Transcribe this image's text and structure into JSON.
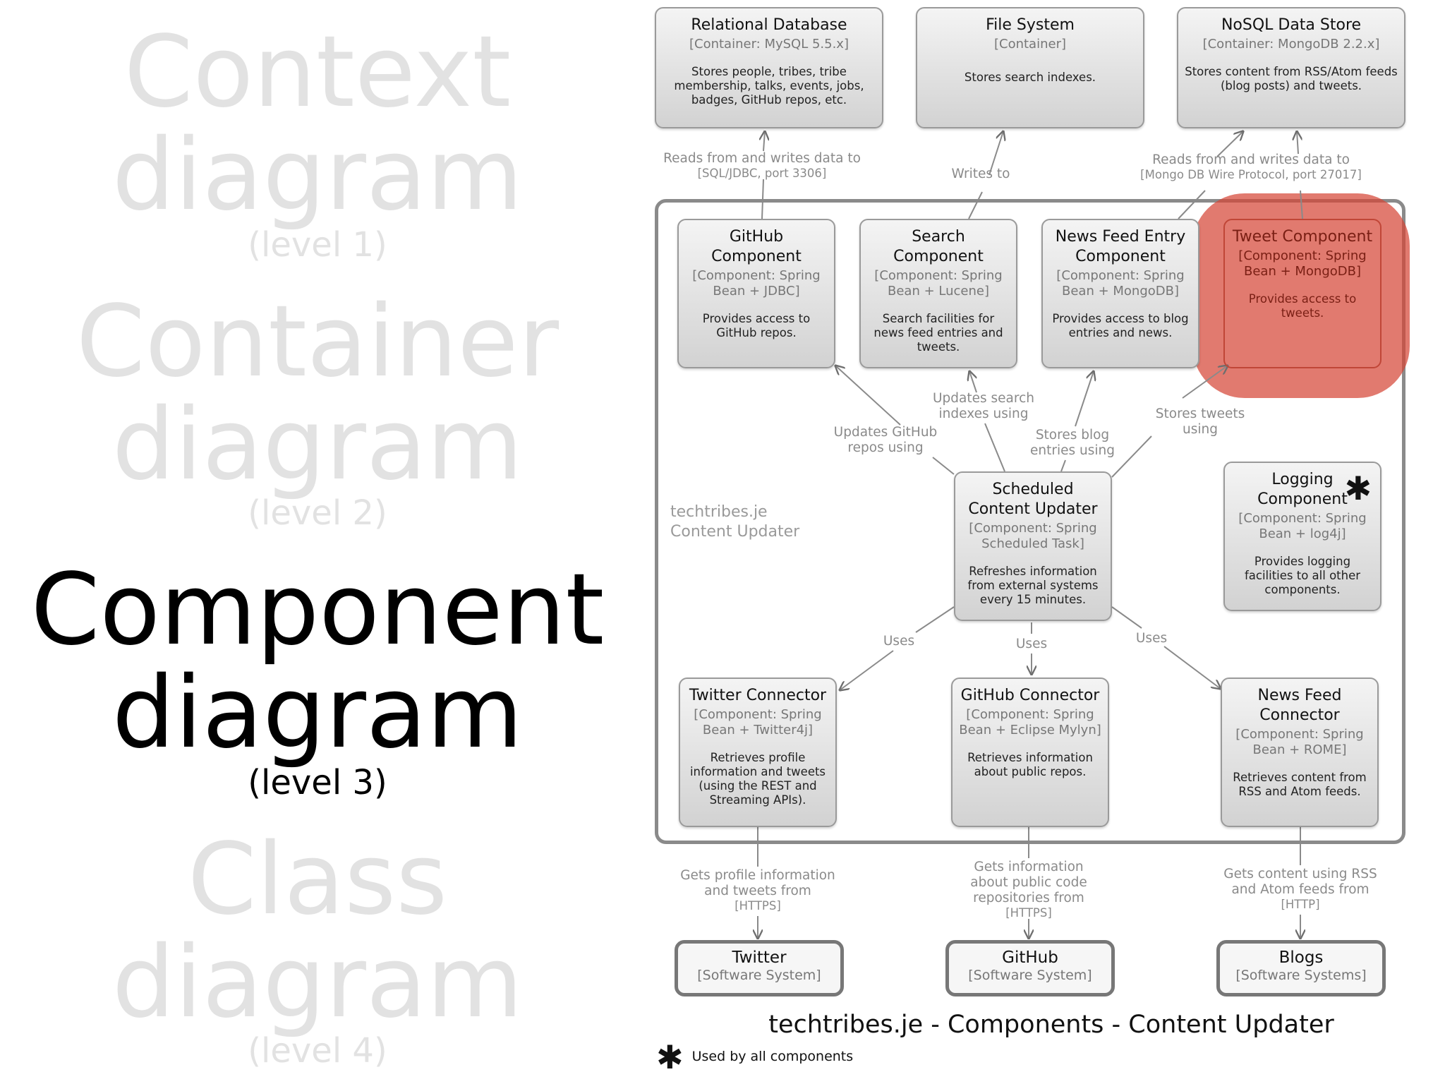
{
  "slide": {
    "levels": [
      {
        "name_line1": "Context",
        "name_line2": "diagram",
        "level": "(level 1)"
      },
      {
        "name_line1": "Container",
        "name_line2": "diagram",
        "level": "(level 2)"
      },
      {
        "name_line1": "Component",
        "name_line2": "diagram",
        "level": "(level 3)"
      },
      {
        "name_line1": "Class",
        "name_line2": "diagram",
        "level": "(level 4)"
      }
    ]
  },
  "diagram": {
    "title": "techtribes.je - Components - Content Updater",
    "boundary_label_line1": "techtribes.je",
    "boundary_label_line2": "Content Updater",
    "footnote": "Used by all components",
    "star_symbol": "✱",
    "highlight_color": "#d64637",
    "containers": {
      "relational_db": {
        "name": "Relational Database",
        "tech": "[Container: MySQL 5.5.x]",
        "desc": "Stores people, tribes, tribe membership, talks, events, jobs, badges, GitHub repos, etc."
      },
      "file_system": {
        "name": "File System",
        "tech": "[Container]",
        "desc": "Stores search indexes."
      },
      "nosql_store": {
        "name": "NoSQL Data Store",
        "tech": "[Container: MongoDB 2.2.x]",
        "desc": "Stores content from RSS/Atom feeds (blog posts) and tweets."
      }
    },
    "components": {
      "github_component": {
        "name": "GitHub Component",
        "tech": "[Component: Spring Bean + JDBC]",
        "desc": "Provides access to GitHub repos."
      },
      "search_component": {
        "name": "Search Component",
        "tech": "[Component: Spring Bean + Lucene]",
        "desc": "Search facilities for news feed entries and tweets."
      },
      "newsfeed_component": {
        "name": "News Feed Entry Component",
        "tech": "[Component: Spring Bean + MongoDB]",
        "desc": "Provides access to blog entries and news."
      },
      "tweet_component": {
        "name": "Tweet Component",
        "tech": "[Component: Spring Bean + MongoDB]",
        "desc": "Provides access to tweets."
      },
      "scheduled_updater": {
        "name": "Scheduled Content Updater",
        "tech": "[Component: Spring Scheduled Task]",
        "desc": "Refreshes information from external systems every 15 minutes."
      },
      "logging_component": {
        "name": "Logging Component",
        "tech": "[Component: Spring Bean + log4j]",
        "desc": "Provides logging facilities to all other components."
      },
      "twitter_connector": {
        "name": "Twitter Connector",
        "tech": "[Component: Spring Bean + Twitter4j]",
        "desc": "Retrieves profile information and tweets (using the REST and Streaming APIs)."
      },
      "github_connector": {
        "name": "GitHub Connector",
        "tech": "[Component: Spring Bean + Eclipse Mylyn]",
        "desc": "Retrieves information about public repos."
      },
      "newsfeed_connector": {
        "name": "News Feed Connector",
        "tech": "[Component: Spring Bean + ROME]",
        "desc": "Retrieves content from RSS and Atom feeds."
      }
    },
    "systems": {
      "twitter": {
        "name": "Twitter",
        "tech": "[Software System]"
      },
      "github": {
        "name": "GitHub",
        "tech": "[Software System]"
      },
      "blogs": {
        "name": "Blogs",
        "tech": "[Software Systems]"
      }
    },
    "relations": {
      "github_to_db": {
        "text": "Reads from and writes data to",
        "proto": "[SQL/JDBC, port 3306]"
      },
      "search_to_fs": {
        "text": "Writes to"
      },
      "mongo": {
        "text": "Reads from and writes data to",
        "proto": "[Mongo DB Wire Protocol, port 27017]"
      },
      "upd_github": {
        "text": "Updates GitHub repos using"
      },
      "upd_search": {
        "text": "Updates search indexes using"
      },
      "upd_blog": {
        "text": "Stores blog entries using"
      },
      "upd_tweets": {
        "text": "Stores tweets using"
      },
      "uses_twitter": {
        "text": "Uses"
      },
      "uses_github": {
        "text": "Uses"
      },
      "uses_newsfeed": {
        "text": "Uses"
      },
      "twitter_ext": {
        "text": "Gets profile information and tweets from",
        "proto": "[HTTPS]"
      },
      "github_ext": {
        "text": "Gets information about public code repositories from",
        "proto": "[HTTPS]"
      },
      "blogs_ext": {
        "text": "Gets content using RSS and Atom feeds from",
        "proto": "[HTTP]"
      }
    }
  }
}
